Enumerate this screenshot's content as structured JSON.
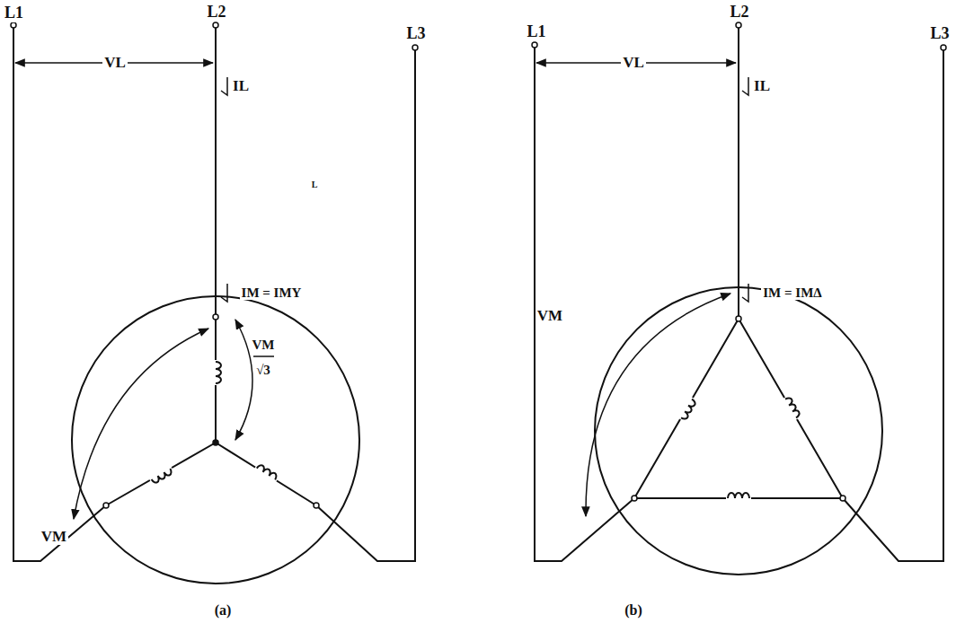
{
  "diagram": {
    "labels": [
      "L1",
      "L2",
      "L3",
      "VL",
      "IL",
      "L",
      "IM = IMY",
      "VM",
      "VM",
      "√3",
      "(a)",
      "L1",
      "L2",
      "L3",
      "VL",
      "IL",
      "IM = IMΔ",
      "VM",
      "(b)"
    ]
  }
}
